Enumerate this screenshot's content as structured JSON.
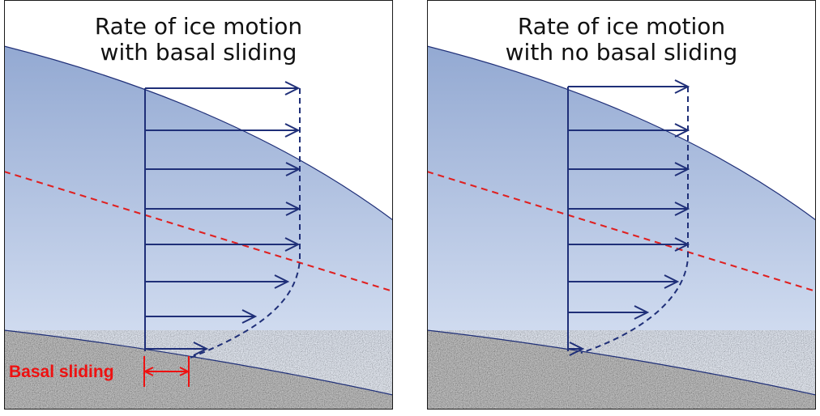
{
  "panels": [
    {
      "title_line1": "Rate of ice motion",
      "title_line2": "with basal sliding",
      "basal_sliding": true
    },
    {
      "title_line1": "Rate of ice motion",
      "title_line2": "with no basal sliding",
      "basal_sliding": false
    }
  ],
  "basal_label": "Basal sliding",
  "colors": {
    "ice_top": "#93a9d2",
    "ice_bottom": "#dde6f6",
    "arrow": "#1f2f78",
    "reference_line": "#e02020",
    "label": "#ee1111",
    "bedrock": "#8a8a8a"
  }
}
